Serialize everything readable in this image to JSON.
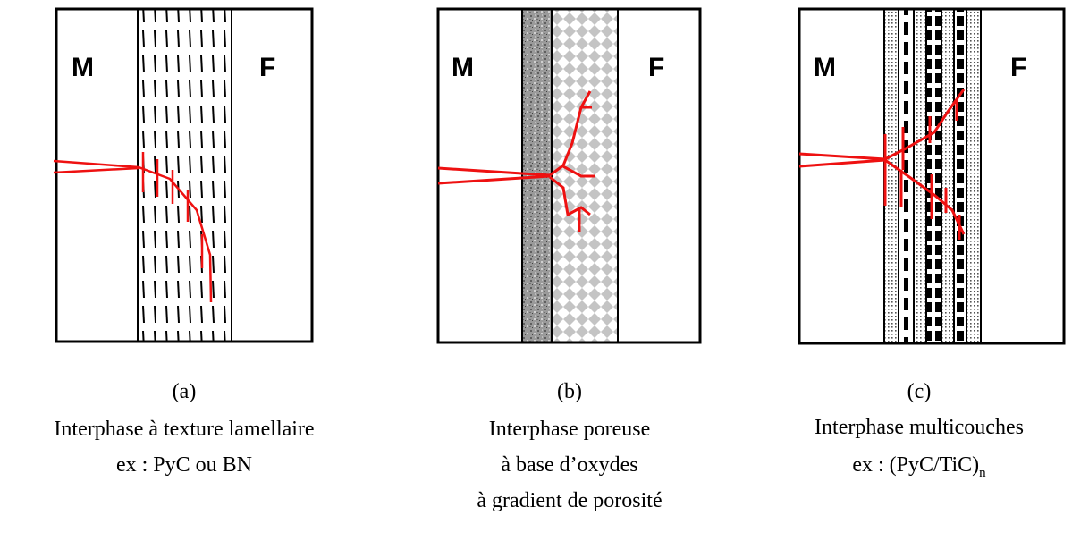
{
  "panels": [
    {
      "zone_left": "M",
      "zone_right": "F",
      "label": "(a)",
      "caption_lines": [
        "Interphase à texture lamellaire",
        "ex : PyC ou BN"
      ]
    },
    {
      "zone_left": "M",
      "zone_right": "F",
      "label": "(b)",
      "caption_lines": [
        "Interphase poreuse",
        "à base d’oxydes",
        "à gradient de porosité"
      ]
    },
    {
      "zone_left": "M",
      "zone_right": "F",
      "label": "(c)",
      "caption_lines": [
        "Interphase multicouches",
        "ex : (PyC/TiC)"
      ],
      "caption_subscript": "n"
    }
  ],
  "colors": {
    "crack": "#ee1111",
    "outline": "#000000",
    "oxide_dense": "#8a8a8a",
    "oxide_porous": "#c8c8c8"
  }
}
